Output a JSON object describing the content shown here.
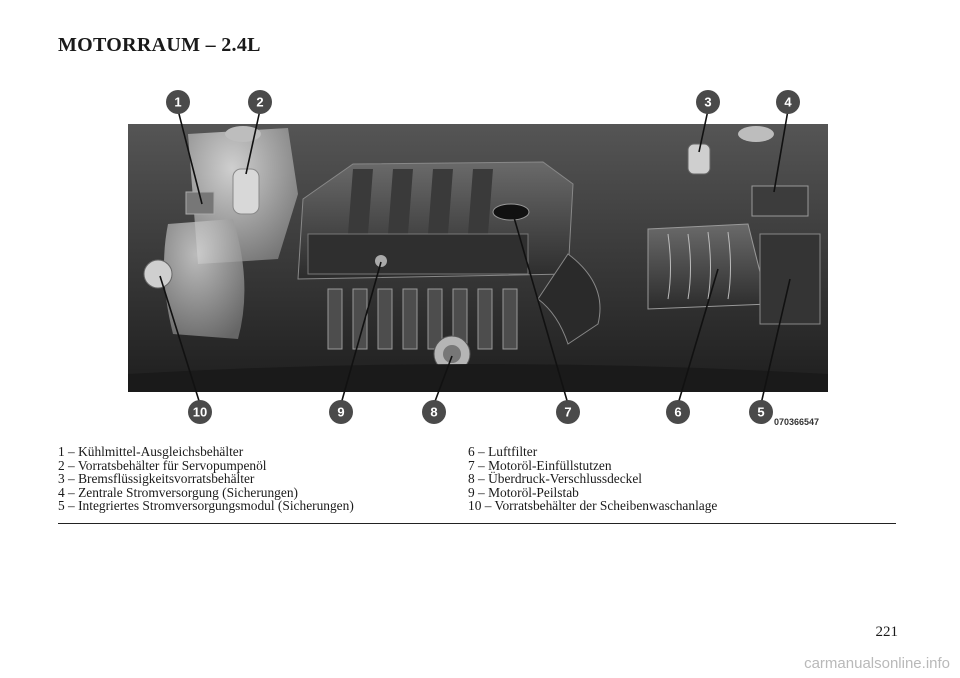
{
  "title": "MOTORRAUM – 2.4L",
  "figure": {
    "image_id_label": "070366547",
    "callouts_top": [
      "1",
      "2",
      "3",
      "4"
    ],
    "callouts_bottom": [
      "10",
      "9",
      "8",
      "7",
      "6",
      "5"
    ]
  },
  "legend": {
    "left": [
      "1 – Kühlmittel-Ausgleichsbehälter",
      "2 – Vorratsbehälter für Servopumpenöl",
      "3 – Bremsflüssigkeitsvorratsbehälter",
      "4 – Zentrale Stromversorgung (Sicherungen)",
      "5 – Integriertes Stromversorgungsmodul (Sicherungen)"
    ],
    "right": [
      "6 – Luftfilter",
      "7 – Motoröl-Einfüllstutzen",
      "8 – Überdruck-Verschlussdeckel",
      "9 – Motoröl-Peilstab",
      "10 – Vorratsbehälter der Scheibenwaschanlage"
    ]
  },
  "page_number": "221",
  "watermark": "carmanualsonline.info",
  "colors": {
    "photo_dark": "#2b2b2b",
    "callout_fill": "#4a4a4a",
    "rule": "#222222"
  }
}
